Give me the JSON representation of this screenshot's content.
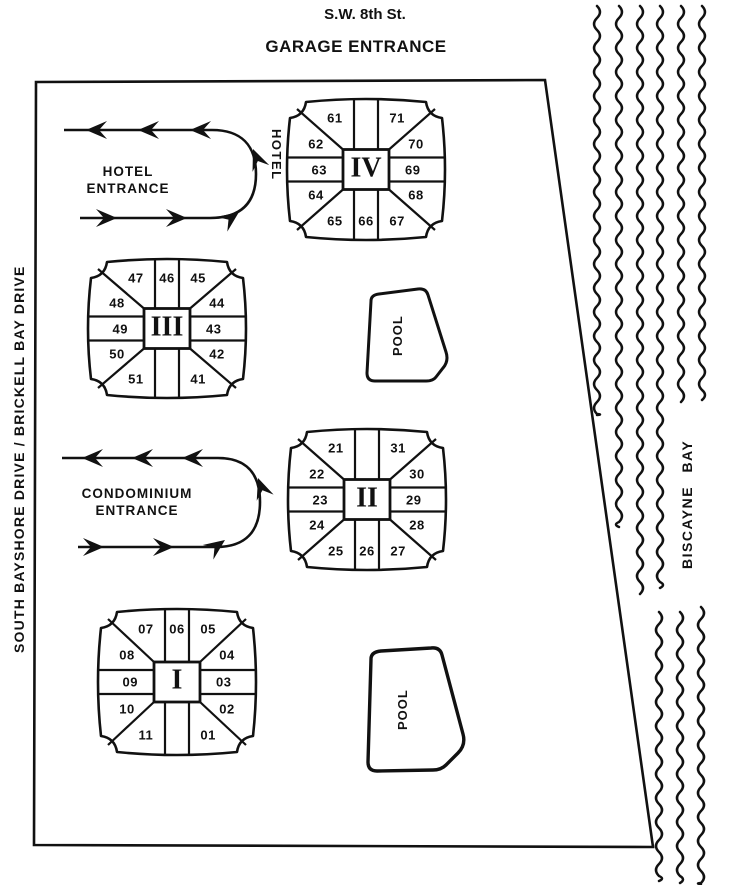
{
  "title": {
    "street": "S.W. 8th St.",
    "garage": "GARAGE ENTRANCE"
  },
  "streets": {
    "west": "SOUTH BAYSHORE DRIVE / BRICKELL BAY DRIVE",
    "bay": "BISCAYNE BAY"
  },
  "entrances": {
    "hotel": {
      "line1": "HOTEL",
      "line2": "ENTRANCE"
    },
    "condominium": {
      "line1": "CONDOMINIUM",
      "line2": "ENTRANCE"
    }
  },
  "hotel_wing_label": "HOTEL",
  "pools": {
    "upper": "POOL",
    "lower": "POOL"
  },
  "buildings": [
    {
      "id": "I",
      "numeral": "I",
      "units": {
        "tl": "07",
        "tc": "06",
        "tr": "05",
        "lu": "08",
        "ru": "04",
        "lb": "09",
        "rb": "03",
        "ll": "10",
        "rl": "02",
        "bl": "11",
        "bc": "",
        "br": "01"
      }
    },
    {
      "id": "II",
      "numeral": "II",
      "units": {
        "tl": "21",
        "tc": "",
        "tr": "31",
        "lu": "22",
        "ru": "30",
        "lb": "23",
        "rb": "29",
        "ll": "24",
        "rl": "28",
        "bl": "25",
        "bc": "26",
        "br": "27"
      }
    },
    {
      "id": "III",
      "numeral": "III",
      "units": {
        "tl": "47",
        "tc": "46",
        "tr": "45",
        "lu": "48",
        "ru": "44",
        "lb": "49",
        "rb": "43",
        "ll": "50",
        "rl": "42",
        "bl": "51",
        "bc": "",
        "br": "41"
      }
    },
    {
      "id": "IV",
      "numeral": "IV",
      "units": {
        "tl": "61",
        "tc": "",
        "tr": "71",
        "lu": "62",
        "ru": "70",
        "lb": "63",
        "rb": "69",
        "ll": "64",
        "rl": "68",
        "bl": "65",
        "bc": "66",
        "br": "67"
      }
    }
  ],
  "colors": {
    "ink": "#111111",
    "paper": "#ffffff"
  }
}
